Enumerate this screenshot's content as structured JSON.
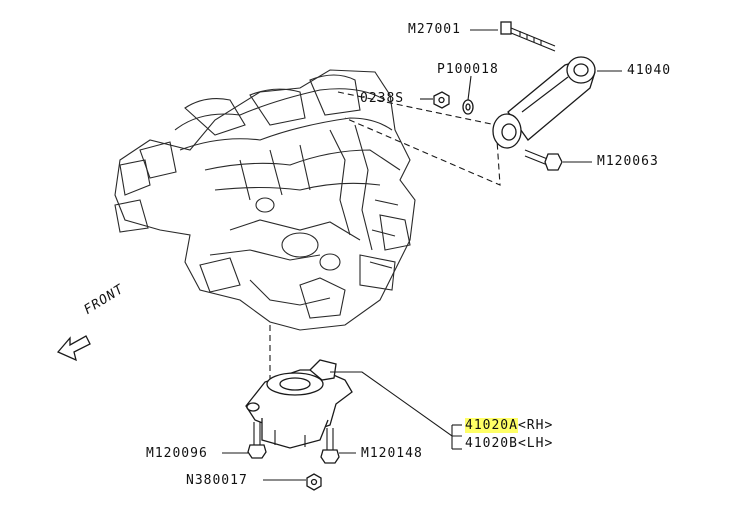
{
  "labels": {
    "m27001": "M27001",
    "p100018": "P100018",
    "p41040": "41040",
    "o238s": "0238S",
    "m120063": "M120063",
    "front": "FRONT",
    "a41020": "41020A",
    "rh": "<RH>",
    "b41020": "41020B",
    "lh": "<LH>",
    "m120096": "M120096",
    "m120148": "M120148",
    "n380017": "N380017"
  },
  "colors": {
    "highlight": "#ffff66",
    "line": "#1a1a1a",
    "background": "#ffffff"
  }
}
